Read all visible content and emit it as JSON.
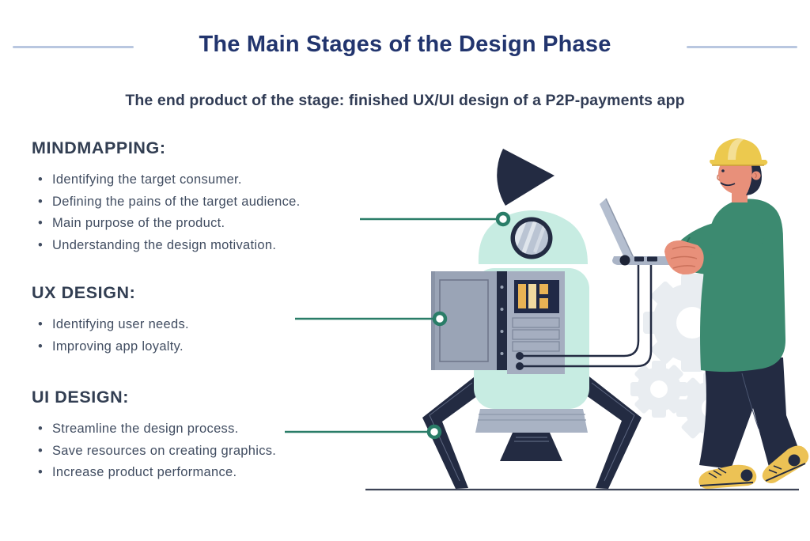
{
  "title": "The Main Stages of the Design Phase",
  "subtitle": "The end product of the stage: finished UX/UI design of a P2P-payments app",
  "sections": [
    {
      "heading": "MINDMAPPING:",
      "items": [
        "Identifying the target consumer.",
        "Defining the pains of the target audience.",
        "Main purpose of the product.",
        "Understanding the design motivation."
      ]
    },
    {
      "heading": "UX DESIGN:",
      "items": [
        "Identifying user needs.",
        "Improving app loyalty."
      ]
    },
    {
      "heading": "UI DESIGN:",
      "items": [
        "Streamline the design process.",
        "Save resources on creating graphics.",
        "Increase product performance."
      ]
    }
  ],
  "colors": {
    "title_navy": "#22356e",
    "body_text": "#414d61",
    "accent_green": "#2a7d68",
    "robot_navy": "#232b42",
    "robot_mint": "#c7ece2",
    "panel_gray": "#a5aec0",
    "amber": "#e8b254",
    "sweater_green": "#3c8a70",
    "skin": "#e8907a",
    "hat_yellow": "#ecc94e",
    "gear_gray": "#e9edf1",
    "rule_blue": "#b9c7e0"
  }
}
